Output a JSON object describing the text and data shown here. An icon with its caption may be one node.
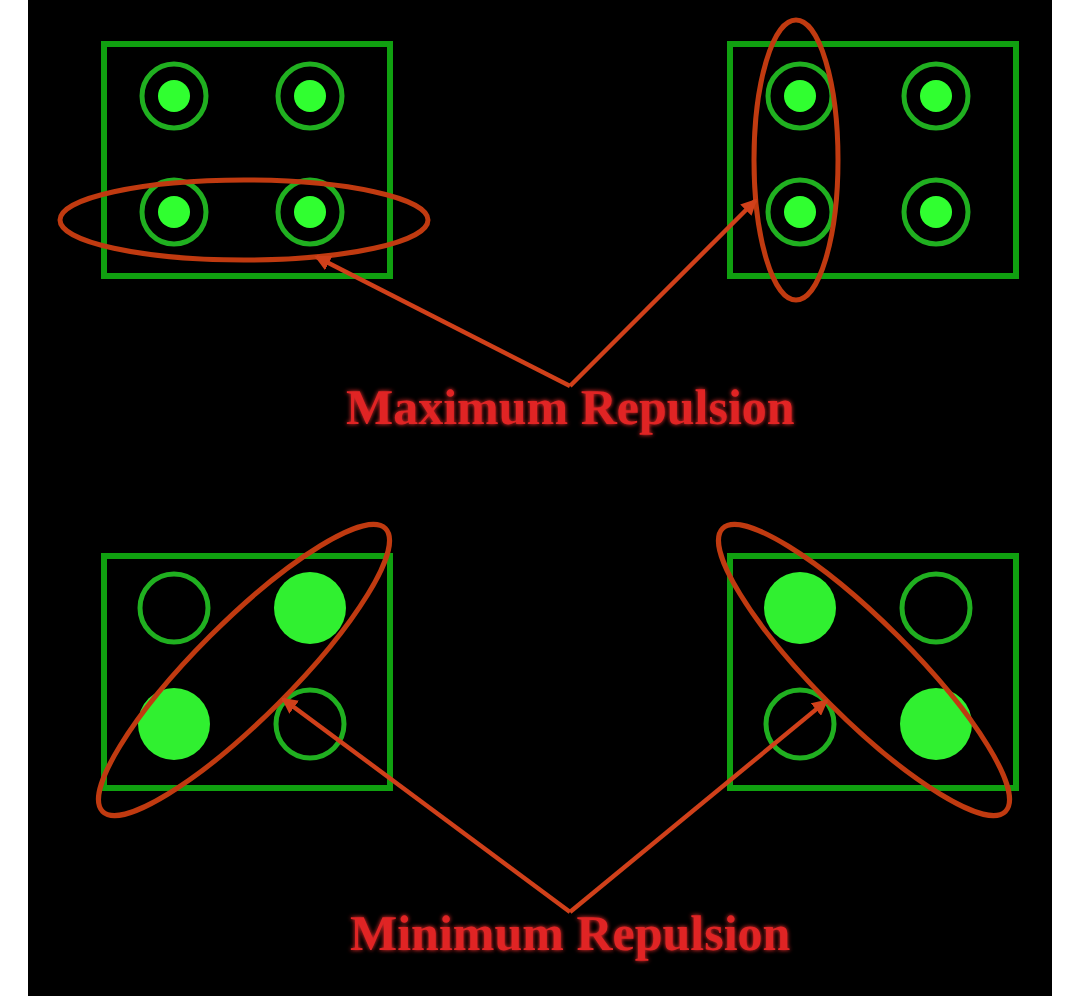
{
  "diagram": {
    "nodes": [
      {
        "text": [],
        "shape": "ellipse"
      },
      {
        "text": [],
        "shape": "ellipse"
      },
      {
        "text": [
          "Maximum Repulsion"
        ]
      },
      {
        "text": [],
        "shape": "ellipse"
      },
      {
        "text": [],
        "shape": "ellipse"
      },
      {
        "text": [
          "Minimum Repulsion"
        ]
      }
    ],
    "edges": [
      {
        "from": 2,
        "to": 0,
        "arrow": "to"
      },
      {
        "from": 2,
        "to": 1,
        "arrow": "to"
      },
      {
        "from": 5,
        "to": 3,
        "arrow": "to"
      },
      {
        "from": 5,
        "to": 4,
        "arrow": "to"
      }
    ]
  }
}
